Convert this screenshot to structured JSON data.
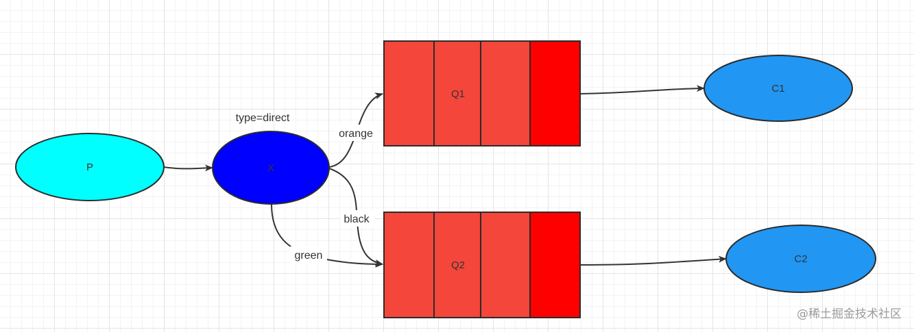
{
  "diagram": {
    "nodes": {
      "producer": {
        "label": "P",
        "color": "#00FFFF"
      },
      "exchange": {
        "label": "X",
        "color": "#0000FF",
        "annotation": "type=direct"
      },
      "queue1": {
        "label": "Q1",
        "color": "#F4463A",
        "last_cell_color": "#FF0000"
      },
      "queue2": {
        "label": "Q2",
        "color": "#F4463A",
        "last_cell_color": "#FF0000"
      },
      "consumer1": {
        "label": "C1",
        "color": "#2196F3"
      },
      "consumer2": {
        "label": "C2",
        "color": "#2196F3"
      }
    },
    "edges": {
      "orange": "orange",
      "black": "black",
      "green": "green"
    },
    "stroke_color": "#333333"
  },
  "watermark": "@稀土掘金技术社区"
}
